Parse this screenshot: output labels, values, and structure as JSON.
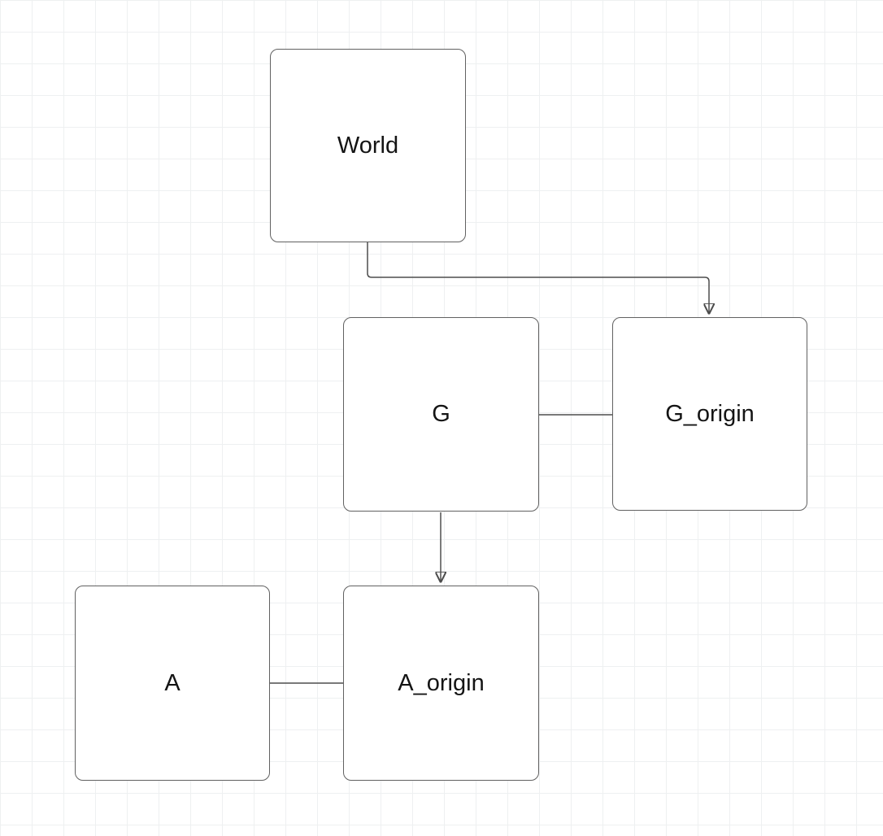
{
  "diagram": {
    "nodes": [
      {
        "id": "World",
        "label": "World"
      },
      {
        "id": "G",
        "label": "G"
      },
      {
        "id": "G_origin",
        "label": "G_origin"
      },
      {
        "id": "A",
        "label": "A"
      },
      {
        "id": "A_origin",
        "label": "A_origin"
      }
    ],
    "edges": [
      {
        "from": "World",
        "to": "G_origin",
        "arrow": true,
        "style": "orthogonal"
      },
      {
        "from": "G",
        "to": "G_origin",
        "arrow": false,
        "style": "straight"
      },
      {
        "from": "G",
        "to": "A_origin",
        "arrow": true,
        "style": "straight"
      },
      {
        "from": "A",
        "to": "A_origin",
        "arrow": false,
        "style": "straight"
      }
    ],
    "colors": {
      "node_fill": "#ffffff",
      "node_border": "#616161",
      "edge": "#4d4d4d",
      "grid": "#eef0f1",
      "text": "#141414",
      "background": "#ffffff"
    }
  }
}
